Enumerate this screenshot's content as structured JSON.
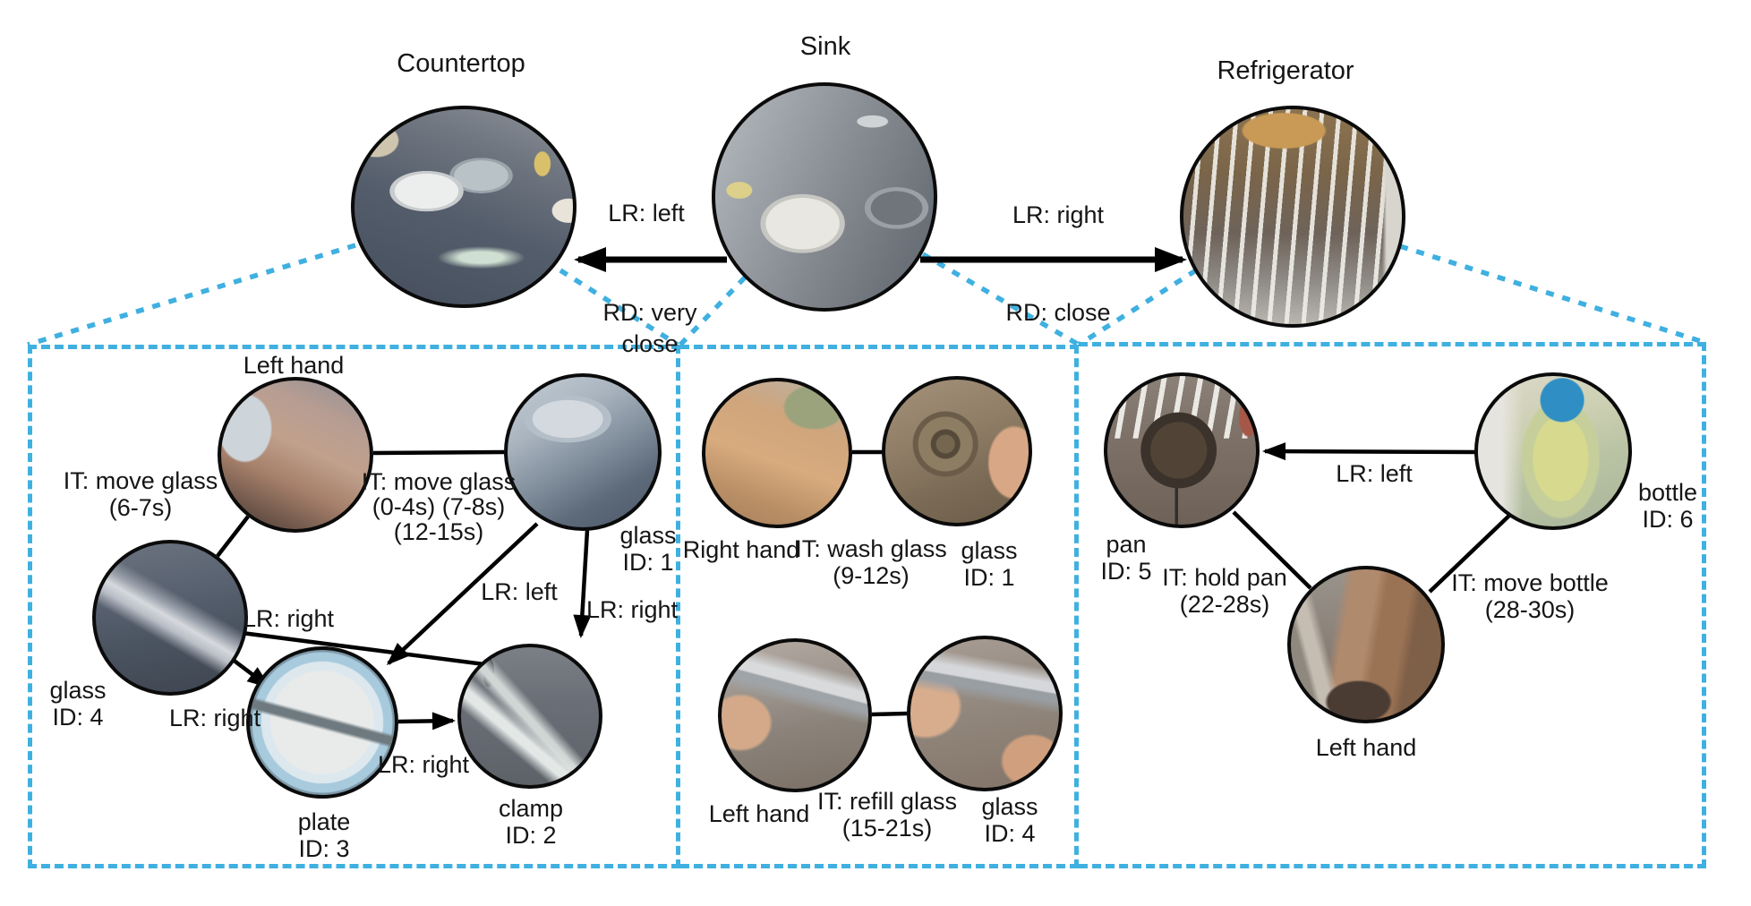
{
  "colors": {
    "dashed_border": "#3fb0e0",
    "edge": "#000000",
    "text": "#151515"
  },
  "scenes": {
    "countertop": {
      "title": "Countertop"
    },
    "sink": {
      "title": "Sink"
    },
    "refrigerator": {
      "title": "Refrigerator"
    }
  },
  "scene_edges": {
    "sink_countertop": {
      "lr": "LR: left",
      "rd": "RD: very\nclose"
    },
    "sink_refrigerator": {
      "lr": "LR: right",
      "rd": "RD: close"
    }
  },
  "countertop_graph": {
    "nodes": {
      "left_hand": {
        "label": "Left hand"
      },
      "glass1": {
        "label": "glass\nID: 1"
      },
      "glass4": {
        "label": "glass\nID: 4"
      },
      "plate": {
        "label": "plate\nID: 3"
      },
      "clamp": {
        "label": "clamp\nID: 2"
      }
    },
    "edges": {
      "left_hand_glass4": {
        "label": "IT: move glass\n(6-7s)"
      },
      "left_hand_glass1": {
        "label": "IT: move glass\n(0-4s) (7-8s)\n(12-15s)"
      },
      "glass4_clamp": {
        "label": "LR: right"
      },
      "glass4_plate": {
        "label": "LR: right"
      },
      "glass1_plate": {
        "label": "LR: left"
      },
      "glass1_clamp": {
        "label": "LR: right"
      },
      "plate_clamp": {
        "label": "LR: right"
      }
    }
  },
  "sink_graph": {
    "nodes": {
      "right_hand": {
        "label": "Right hand"
      },
      "glass1": {
        "label": "glass\nID: 1"
      },
      "left_hand": {
        "label": "Left hand"
      },
      "glass4": {
        "label": "glass\nID: 4"
      }
    },
    "edges": {
      "right_hand_glass1": {
        "label": "IT: wash glass\n(9-12s)"
      },
      "left_hand_glass4": {
        "label": "IT: refill glass\n(15-21s)"
      }
    }
  },
  "refrigerator_graph": {
    "nodes": {
      "pan": {
        "label": "pan\nID: 5"
      },
      "bottle": {
        "label": "bottle\nID: 6"
      },
      "left_hand": {
        "label": "Left hand"
      }
    },
    "edges": {
      "bottle_pan": {
        "label": "LR: left"
      },
      "left_hand_pan": {
        "label": "IT: hold pan\n(22-28s)"
      },
      "left_hand_bottle": {
        "label": "IT: move bottle\n(28-30s)"
      }
    }
  }
}
